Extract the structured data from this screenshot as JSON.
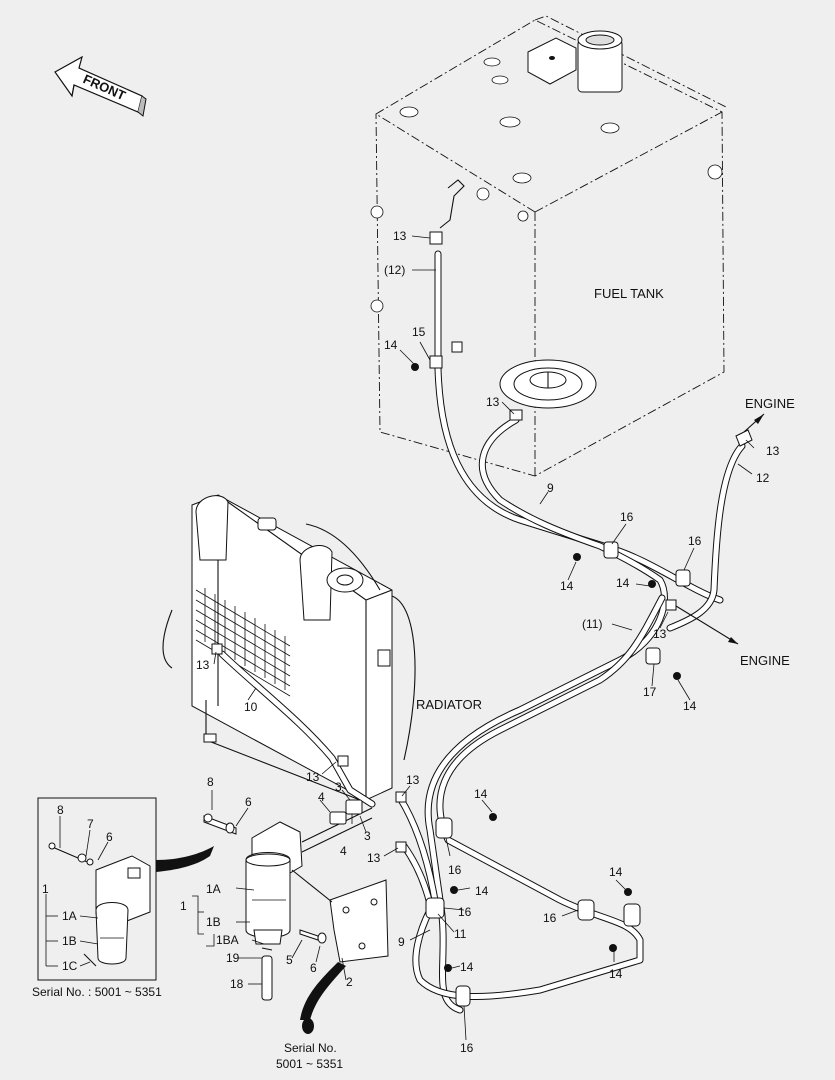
{
  "diagram": {
    "direction_label": "FRONT",
    "components": {
      "fuel_tank": "FUEL TANK",
      "radiator": "RADIATOR",
      "engine_upper": "ENGINE",
      "engine_lower": "ENGINE"
    },
    "part_labels": {
      "p13_tank_top": "13",
      "p12_paren": "(12)",
      "p15": "15",
      "p14_tank": "14",
      "p13_tank_port": "13",
      "p13_engine": "13",
      "p12_engine": "12",
      "p9_upper": "9",
      "p16_a": "16",
      "p16_b": "16",
      "p14_a": "14",
      "p14_b": "14",
      "p11_paren": "(11)",
      "p13_mid": "13",
      "p17": "17",
      "p14_c": "14",
      "p13_radiator": "13",
      "p10": "10",
      "p13_hose_end": "13",
      "p3_a": "3",
      "p13_fitting": "13",
      "p8": "8",
      "p6_main": "6",
      "p4_a": "4",
      "p3_b": "3",
      "p4_b": "4",
      "p13_fitting_b": "13",
      "p14_d": "14",
      "p16_c": "16",
      "p14_e": "14",
      "p16_d": "16",
      "p1": "1",
      "p1A": "1A",
      "p1B": "1B",
      "p1BA": "1BA",
      "p19": "19",
      "p18": "18",
      "p5": "5",
      "p6_b": "6",
      "p2": "2",
      "p9_lower": "9",
      "p11_lower": "11",
      "p14_f": "14",
      "p16_e": "16",
      "p14_g": "14",
      "p16_f": "16",
      "p14_h": "14",
      "p7_callout": "7"
    },
    "inset": {
      "p8": "8",
      "p7": "7",
      "p6": "6",
      "p1": "1",
      "p1A": "1A",
      "p1B": "1B",
      "p1C": "1C",
      "serial_caption": "Serial No. : 5001 ~ 5351"
    },
    "callout_caption_line1": "Serial No.",
    "callout_caption_line2": "5001 ~ 5351"
  }
}
